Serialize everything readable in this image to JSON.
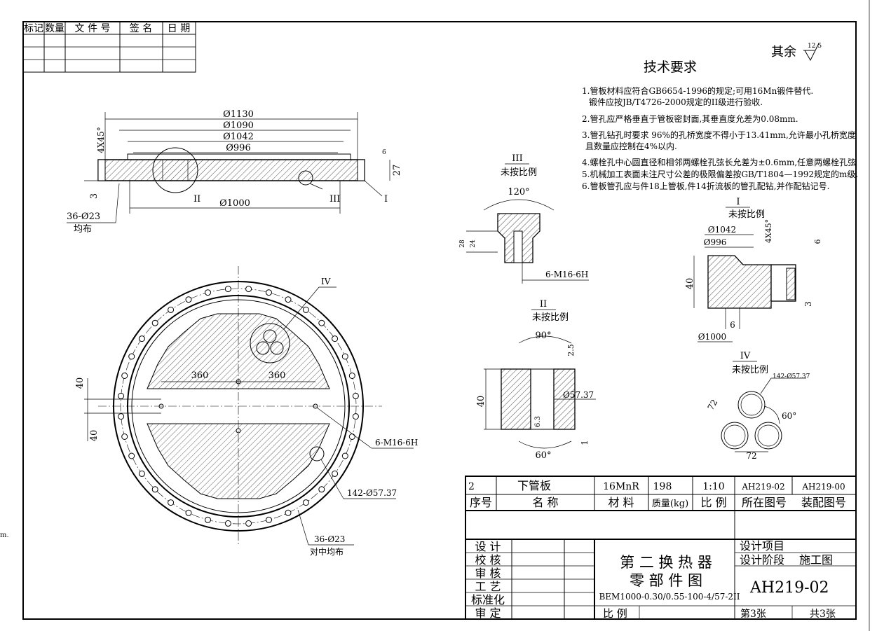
{
  "revision_block": {
    "headers": [
      "标记",
      "数量",
      "文 件 号",
      "签 名",
      "日 期"
    ]
  },
  "finish": {
    "label": "其余",
    "value": "12.5"
  },
  "tech_requirements": {
    "title": "技术要求",
    "items": [
      "1.管板材料应符合GB6654-1996的规定;可用16Mn锻件替代.",
      "锻件应按JB/T4726-2000规定的II级进行验收.",
      "2.管孔应严格垂直于管板密封面,其垂直度允差为0.08mm.",
      "3.管孔钻孔时要求 96%的孔桥宽度不得小于13.41mm,允许最小孔桥宽度",
      "且数量应控制在4%以内.",
      "4.螺栓孔中心圆直径和相邻两螺栓孔弦长允差为±0.6mm,任意两螺栓孔弦",
      "5.机械加工表面未注尺寸公差的极限偏差按GB/T1804—1992规定的m级.",
      "6.管板管孔应与件18上管板,件14折流板的管孔配钻,并作配钻记号."
    ]
  },
  "section_view": {
    "dims": [
      "Ø1130",
      "Ø1090",
      "Ø1042",
      "Ø996",
      "Ø1000",
      "4X45°",
      "27",
      "3",
      "6"
    ],
    "callouts": [
      "II",
      "III",
      "I"
    ],
    "holes_note": [
      "36-Ø23",
      "均布"
    ]
  },
  "plan_view": {
    "dims": [
      "360",
      "360",
      "40",
      "40"
    ],
    "callouts": [
      "IV",
      "6-M16-6H",
      "142-Ø57.37",
      "36-Ø23",
      "对中均布"
    ]
  },
  "detail_III": {
    "label": "III",
    "scale": "未按比例",
    "dims": [
      "120°",
      "28",
      "24",
      "6-M16-6H"
    ]
  },
  "detail_II": {
    "label": "II",
    "scale": "未按比例",
    "dims": [
      "90°",
      "2.5",
      "40",
      "6.3",
      "Ø57.37",
      "60°",
      "1"
    ]
  },
  "detail_I": {
    "label": "I",
    "scale": "未按比例",
    "dims": [
      "Ø1042",
      "Ø996",
      "4X45°",
      "6",
      "40",
      "3",
      "6",
      "Ø1000"
    ]
  },
  "detail_IV": {
    "label": "IV",
    "scale": "未按比例",
    "dims": [
      "142-Ø57.37",
      "72",
      "60°",
      "72"
    ]
  },
  "parts_row": [
    "2",
    "下管板",
    "16MnR",
    "198",
    "1:10",
    "AH219-02",
    "AH219-00"
  ],
  "parts_header": [
    "序号",
    "名 称",
    "材 料",
    "质量(kg)",
    "比 例",
    "所在图号",
    "装配图号"
  ],
  "approvals": [
    "设 计",
    "校 核",
    "审 核",
    "工 艺",
    "标准化",
    "审 定"
  ],
  "title_block": {
    "title_line1": "第 二 换 热 器",
    "title_line2": "零 部 件 图",
    "model": "BEM1000-0.30/0.55-100-4/57-2II",
    "project_label": "设计项目",
    "stage_label": "设计阶段",
    "stage_value": "施工图",
    "drawing_no": "AH219-02",
    "scale_label": "比 例",
    "sheet": "第3张",
    "total": "共3张"
  },
  "margin_note": "m."
}
